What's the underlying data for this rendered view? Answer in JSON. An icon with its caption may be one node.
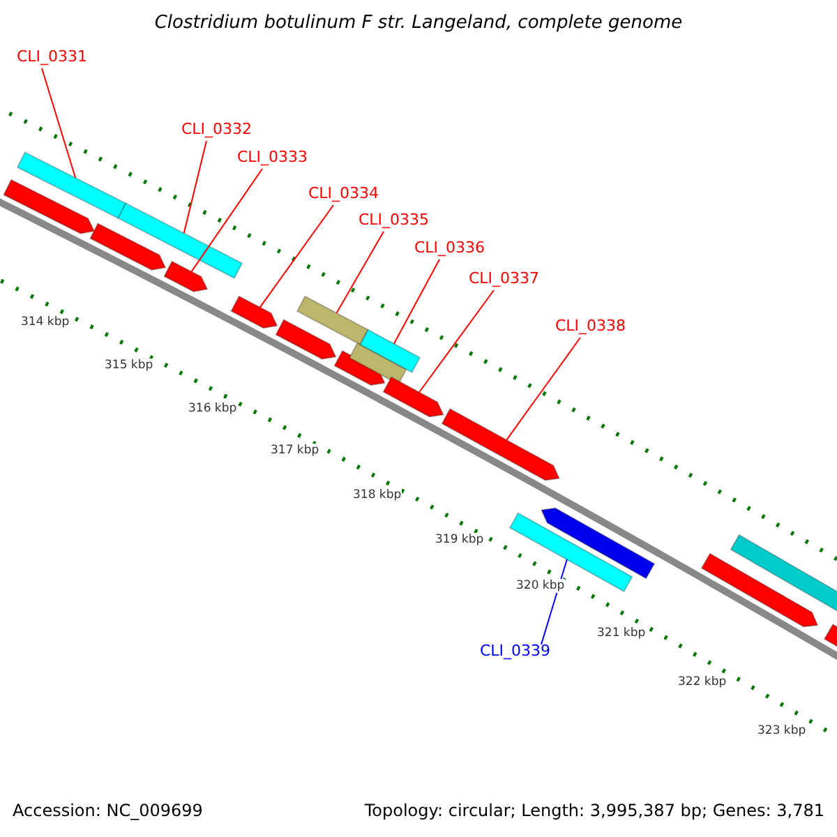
{
  "diagram": {
    "title": "Clostridium botulinum F str. Langeland, complete genome",
    "nodes": [
      {
        "text": [
          "CLI_0331"
        ]
      },
      {
        "text": [
          "CLI_0332"
        ]
      },
      {
        "text": [
          "CLI_0333"
        ]
      },
      {
        "text": [
          "CLI_0334"
        ]
      },
      {
        "text": [
          "CLI_0335"
        ]
      },
      {
        "text": [
          "CLI_0336"
        ]
      },
      {
        "text": [
          "CLI_0337"
        ]
      },
      {
        "text": [
          "CLI_0338"
        ]
      },
      {
        "text": [
          "CLI_0339"
        ]
      },
      {
        "text": [],
        "shape": "arrow"
      },
      {
        "text": [],
        "shape": "bar"
      },
      {
        "text": [],
        "shape": "bar"
      },
      {
        "text": [],
        "shape": "arrow"
      },
      {
        "text": [],
        "shape": "arrow"
      },
      {
        "text": [],
        "shape": "arrow"
      },
      {
        "text": [],
        "shape": "arrow"
      },
      {
        "text": [],
        "shape": "bar"
      },
      {
        "text": [],
        "shape": "arrow"
      },
      {
        "text": [],
        "shape": "bar"
      },
      {
        "text": [],
        "shape": "bar"
      },
      {
        "text": [],
        "shape": "arrow"
      },
      {
        "text": [],
        "shape": "arrow"
      },
      {
        "text": [],
        "shape": "bar"
      },
      {
        "text": [],
        "shape": "arrow"
      },
      {
        "text": [],
        "shape": "arrow"
      },
      {
        "text": [],
        "shape": "bar"
      },
      {
        "text": [],
        "shape": "arrow"
      }
    ],
    "edges": [
      {
        "from": 0,
        "to": 10,
        "arrow": "none"
      },
      {
        "from": 1,
        "to": 11,
        "arrow": "none"
      },
      {
        "from": 2,
        "to": 13,
        "arrow": "none"
      },
      {
        "from": 3,
        "to": 14,
        "arrow": "none"
      },
      {
        "from": 4,
        "to": 16,
        "arrow": "none"
      },
      {
        "from": 5,
        "to": 19,
        "arrow": "none"
      },
      {
        "from": 6,
        "to": 20,
        "arrow": "none"
      },
      {
        "from": 7,
        "to": 21,
        "arrow": "none"
      },
      {
        "from": 8,
        "to": 22,
        "arrow": "none",
        "color": "#0000ff"
      }
    ],
    "labels": [
      "314 kbp",
      "315 kbp",
      "316 kbp",
      "317 kbp",
      "318 kbp",
      "319 kbp",
      "320 kbp",
      "321 kbp",
      "322 kbp",
      "323 kbp",
      "Accession: NC_009699",
      "Topology: circular; Length: 3,995,387 bp; Genes: 3,781"
    ]
  }
}
